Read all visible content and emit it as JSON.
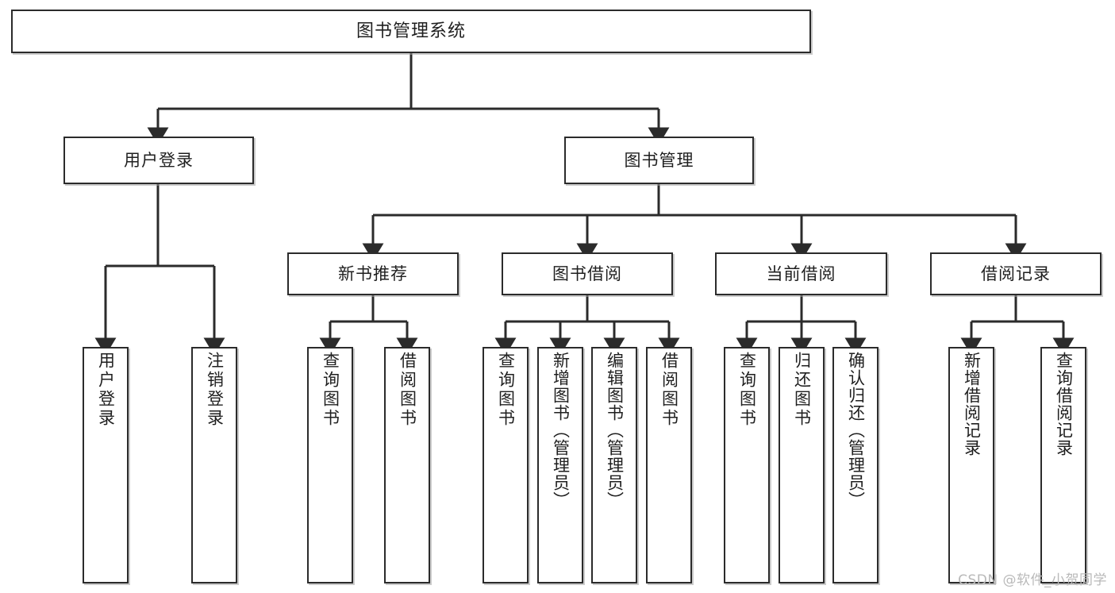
{
  "diagram": {
    "title": "图书管理系统",
    "type": "tree",
    "root": {
      "label": "图书管理系统"
    },
    "level2": [
      {
        "id": "user-login",
        "label": "用户登录"
      },
      {
        "id": "book-manage",
        "label": "图书管理"
      }
    ],
    "level3": [
      {
        "id": "new-book-recommend",
        "label": "新书推荐",
        "parent": "book-manage"
      },
      {
        "id": "book-borrow",
        "label": "图书借阅",
        "parent": "book-manage"
      },
      {
        "id": "current-borrow",
        "label": "当前借阅",
        "parent": "book-manage"
      },
      {
        "id": "borrow-record",
        "label": "借阅记录",
        "parent": "book-manage"
      }
    ],
    "leaves": [
      {
        "id": "leaf-user-login",
        "label": "用户登录",
        "parent": "user-login"
      },
      {
        "id": "leaf-user-logout",
        "label": "注销登录",
        "parent": "user-login"
      },
      {
        "id": "leaf-query-book-1",
        "label": "查询图书",
        "parent": "new-book-recommend"
      },
      {
        "id": "leaf-borrow-book-1",
        "label": "借阅图书",
        "parent": "new-book-recommend"
      },
      {
        "id": "leaf-query-book-2",
        "label": "查询图书",
        "parent": "book-borrow"
      },
      {
        "id": "leaf-add-book",
        "label": "新增图书（管理员）",
        "parent": "book-borrow"
      },
      {
        "id": "leaf-edit-book",
        "label": "编辑图书（管理员）",
        "parent": "book-borrow"
      },
      {
        "id": "leaf-borrow-book-2",
        "label": "借阅图书",
        "parent": "book-borrow"
      },
      {
        "id": "leaf-query-book-3",
        "label": "查询图书",
        "parent": "current-borrow"
      },
      {
        "id": "leaf-return-book",
        "label": "归还图书",
        "parent": "current-borrow"
      },
      {
        "id": "leaf-confirm-return",
        "label": "确认归还（管理员）",
        "parent": "current-borrow"
      },
      {
        "id": "leaf-add-record",
        "label": "新增借阅记录",
        "parent": "borrow-record"
      },
      {
        "id": "leaf-query-record",
        "label": "查询借阅记录",
        "parent": "borrow-record"
      }
    ]
  },
  "watermark": {
    "text": "CSDN @软件_小贺同学"
  },
  "colors": {
    "box_border": "#2b2b2b",
    "box_fill": "#ffffff",
    "connector": "#2b2b2b",
    "text": "#1f1f1f",
    "watermark": "#b9b9b9",
    "background": "#ffffff"
  }
}
